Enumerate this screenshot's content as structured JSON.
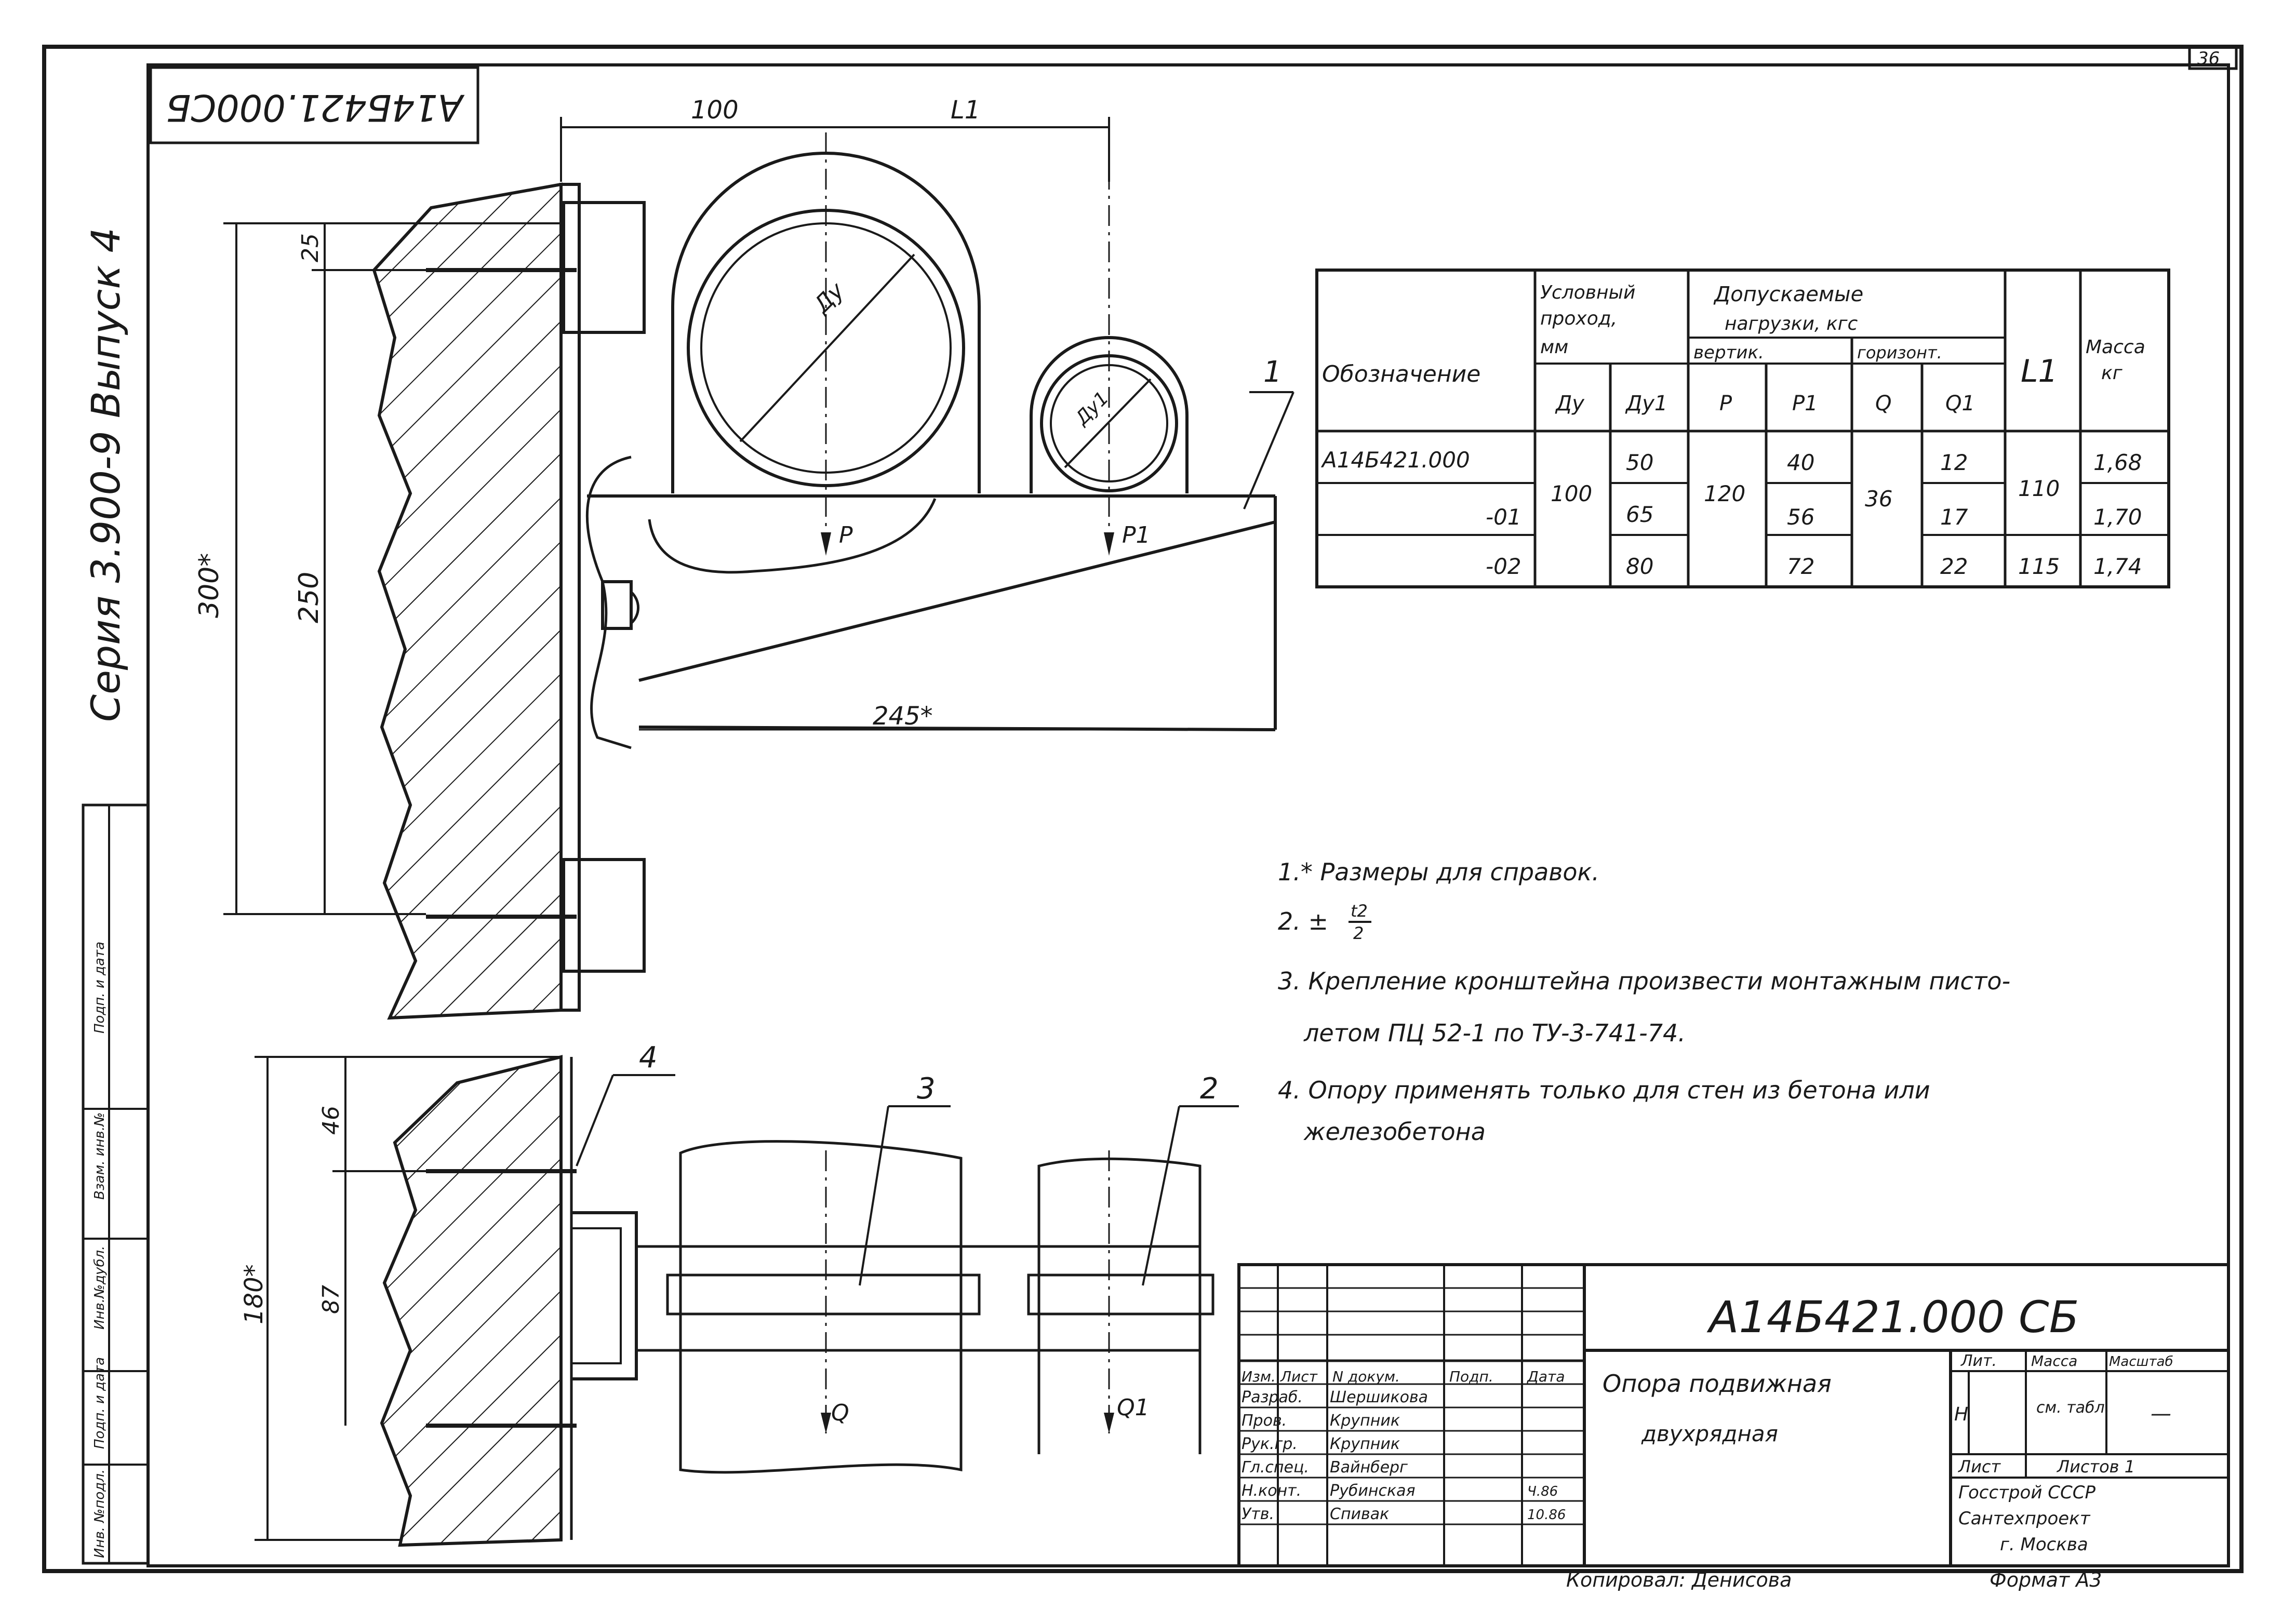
{
  "sheet": {
    "sheet_number": "36",
    "rotated_code": "А14Б421.000СБ",
    "series_label": "Серия 3.900-9  Выпуск 4",
    "side_stamp": [
      "Инв. №подл.",
      "Подп. и дата",
      "Взам. инв.№",
      "Инв.№дубл.",
      "Подп. и дата"
    ]
  },
  "drawing": {
    "dims": {
      "d100": "100",
      "l1": "L1",
      "d25": "25",
      "d250": "250",
      "d300": "300*",
      "d245": "245*",
      "d46": "46",
      "d87": "87",
      "d180": "180*",
      "dy": "Ду",
      "dy1": "Ду1"
    },
    "loads": {
      "p": "P",
      "p1": "P1",
      "q": "Q",
      "q1": "Q1"
    },
    "callouts": [
      "1",
      "2",
      "3",
      "4"
    ]
  },
  "table": {
    "h_designation": "Обозначение",
    "h_nominal": [
      "Условный",
      "проход,",
      "мм"
    ],
    "h_loads": [
      "Допускаемые",
      "нагрузки, кгс"
    ],
    "h_vert": "вертик.",
    "h_horiz": "горизонт.",
    "h_l1": "L1",
    "h_mass": [
      "Масса",
      "кг"
    ],
    "h_sub": [
      "Ду",
      "Ду1",
      "P",
      "P1",
      "Q",
      "Q1"
    ],
    "rows": [
      {
        "des": "А14Б421.000",
        "dy": "100",
        "dy1": "50",
        "p": "120",
        "p1": "40",
        "q": "36",
        "q1": "12",
        "l1": "110",
        "mass": "1,68"
      },
      {
        "des": "-01",
        "dy": "",
        "dy1": "65",
        "p": "",
        "p1": "56",
        "q": "",
        "q1": "17",
        "l1": "",
        "mass": "1,70"
      },
      {
        "des": "-02",
        "dy": "",
        "dy1": "80",
        "p": "",
        "p1": "72",
        "q": "",
        "q1": "22",
        "l1": "115",
        "mass": "1,74"
      }
    ]
  },
  "notes": [
    "1.* Размеры для справок.",
    "2. ±",
    "3. Крепление кронштейна произвести монтажным писто-",
    "летом ПЦ 52-1  по ТУ-3-741-74.",
    "4. Опору применять только для стен из бетона или",
    "железобетона"
  ],
  "note2_frac": {
    "num": "t2",
    "den": "2"
  },
  "title_block": {
    "code": "А14Б421.000 СБ",
    "title_line1": "Опора подвижная",
    "title_line2": "двухрядная",
    "h_izm": "Изм.",
    "h_list": "Лист",
    "h_doc": "N докум.",
    "h_sign": "Подп.",
    "h_date": "Дата",
    "roles": [
      {
        "role": "Разраб.",
        "name": "Шершикова"
      },
      {
        "role": "Пров.",
        "name": "Крупник"
      },
      {
        "role": "Рук.гр.",
        "name": "Крупник"
      },
      {
        "role": "Гл.спец.",
        "name": "Вайнберг"
      },
      {
        "role": "Н.конт.",
        "name": "Рубинская",
        "date": "Ч.86"
      },
      {
        "role": "Утв.",
        "name": "Спивак",
        "date": "10.86"
      }
    ],
    "lit": "Лит.",
    "lit_val": "Н",
    "mass": "Масса",
    "mass_val": "см. табл.",
    "scale": "Масштаб",
    "scale_val": "—",
    "sheet": "Лист",
    "sheets": "Листов 1",
    "org": [
      "Госстрой СССР",
      "Сантехпроект",
      "г. Москва"
    ]
  },
  "footer": {
    "copied": "Копировал: Денисова",
    "format": "Формат А3"
  }
}
